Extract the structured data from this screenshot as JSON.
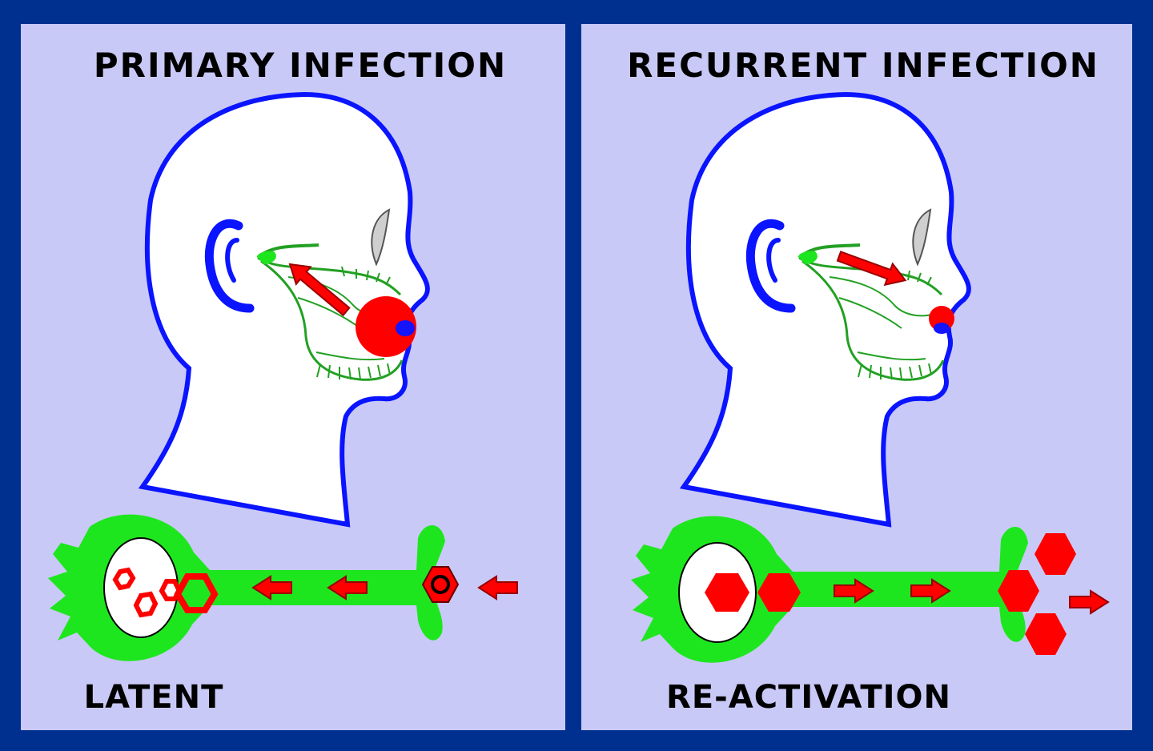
{
  "panels": {
    "left": {
      "title": "PRIMARY INFECTION",
      "caption": "LATENT"
    },
    "right": {
      "title": "RECURRENT INFECTION",
      "caption": "RE-ACTIVATION"
    }
  },
  "colors": {
    "frame": "#00308f",
    "panel_bg": "#c9c9f7",
    "head_outline": "#0a14ff",
    "head_fill": "#ffffff",
    "nerve": "#22a022",
    "neuron": "#1ee61e",
    "virus": "#ff0000",
    "lesion_blue": "#1414ff"
  },
  "icons": {
    "arrow": "red-arrow-icon",
    "virus": "hexagon-virus-icon"
  }
}
